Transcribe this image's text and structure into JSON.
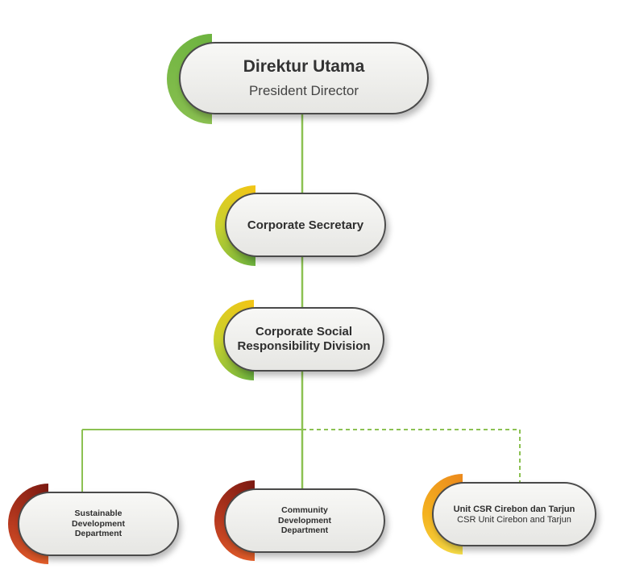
{
  "nodes": {
    "president": {
      "title": "Direktur Utama",
      "subtitle": "President Director"
    },
    "corporate_secretary": {
      "title": "Corporate Secretary"
    },
    "csr_division": {
      "title": "Corporate Social Responsibility Division"
    },
    "sustainable_development": {
      "title": "Sustainable Development Department"
    },
    "community_development": {
      "title": "Community Development Department"
    },
    "csr_unit": {
      "title": "Unit CSR Cirebon dan Tarjun",
      "subtitle": "CSR Unit Cirebon and Tarjun"
    }
  },
  "colors": {
    "connector": "#8cc152",
    "green": "#6db33f",
    "yellow": "#f2c515",
    "red": "#b83a1f",
    "orange": "#f4b21f",
    "pill_border": "#4a4a4a"
  }
}
